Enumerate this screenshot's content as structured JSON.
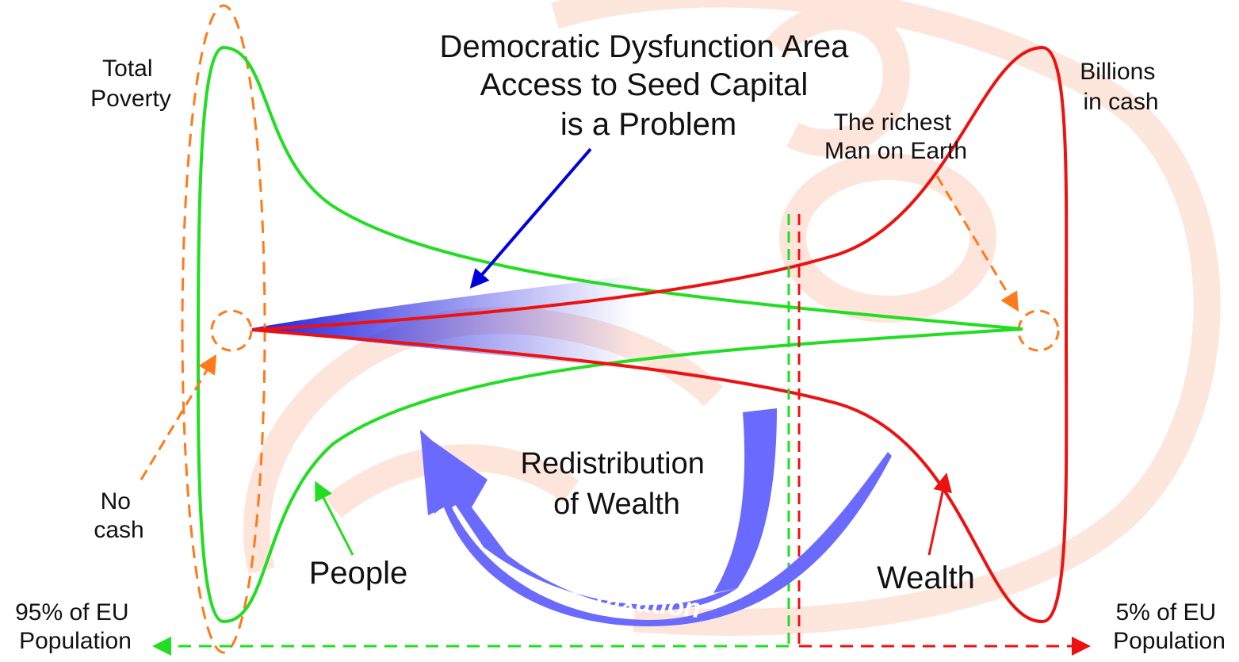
{
  "colors": {
    "people": "#22dd22",
    "wealth": "#ee1111",
    "arrow_orange": "#ff7a1a",
    "pointer_blue": "#0000dd",
    "flow_blue": "#6a6aff",
    "text": "#111111",
    "taxation_text": "#ffffff",
    "watermark": "#fde3d8"
  },
  "title_lines": [
    "Democratic Dysfunction Area",
    "Access to Seed Capital",
    "is a Problem"
  ],
  "labels": {
    "total_poverty": [
      "Total",
      "Poverty"
    ],
    "billions_in_cash": [
      "Billions",
      "in cash"
    ],
    "richest_man": [
      "The richest",
      "Man on Earth"
    ],
    "no_cash": [
      "No",
      "cash"
    ],
    "people": "People",
    "wealth": "Wealth",
    "redistribution": [
      "Redistribution",
      "of Wealth"
    ],
    "taxation": "Taxation",
    "left_population": [
      "95% of EU",
      "Population"
    ],
    "right_population": [
      "5% of EU",
      "Population"
    ]
  }
}
